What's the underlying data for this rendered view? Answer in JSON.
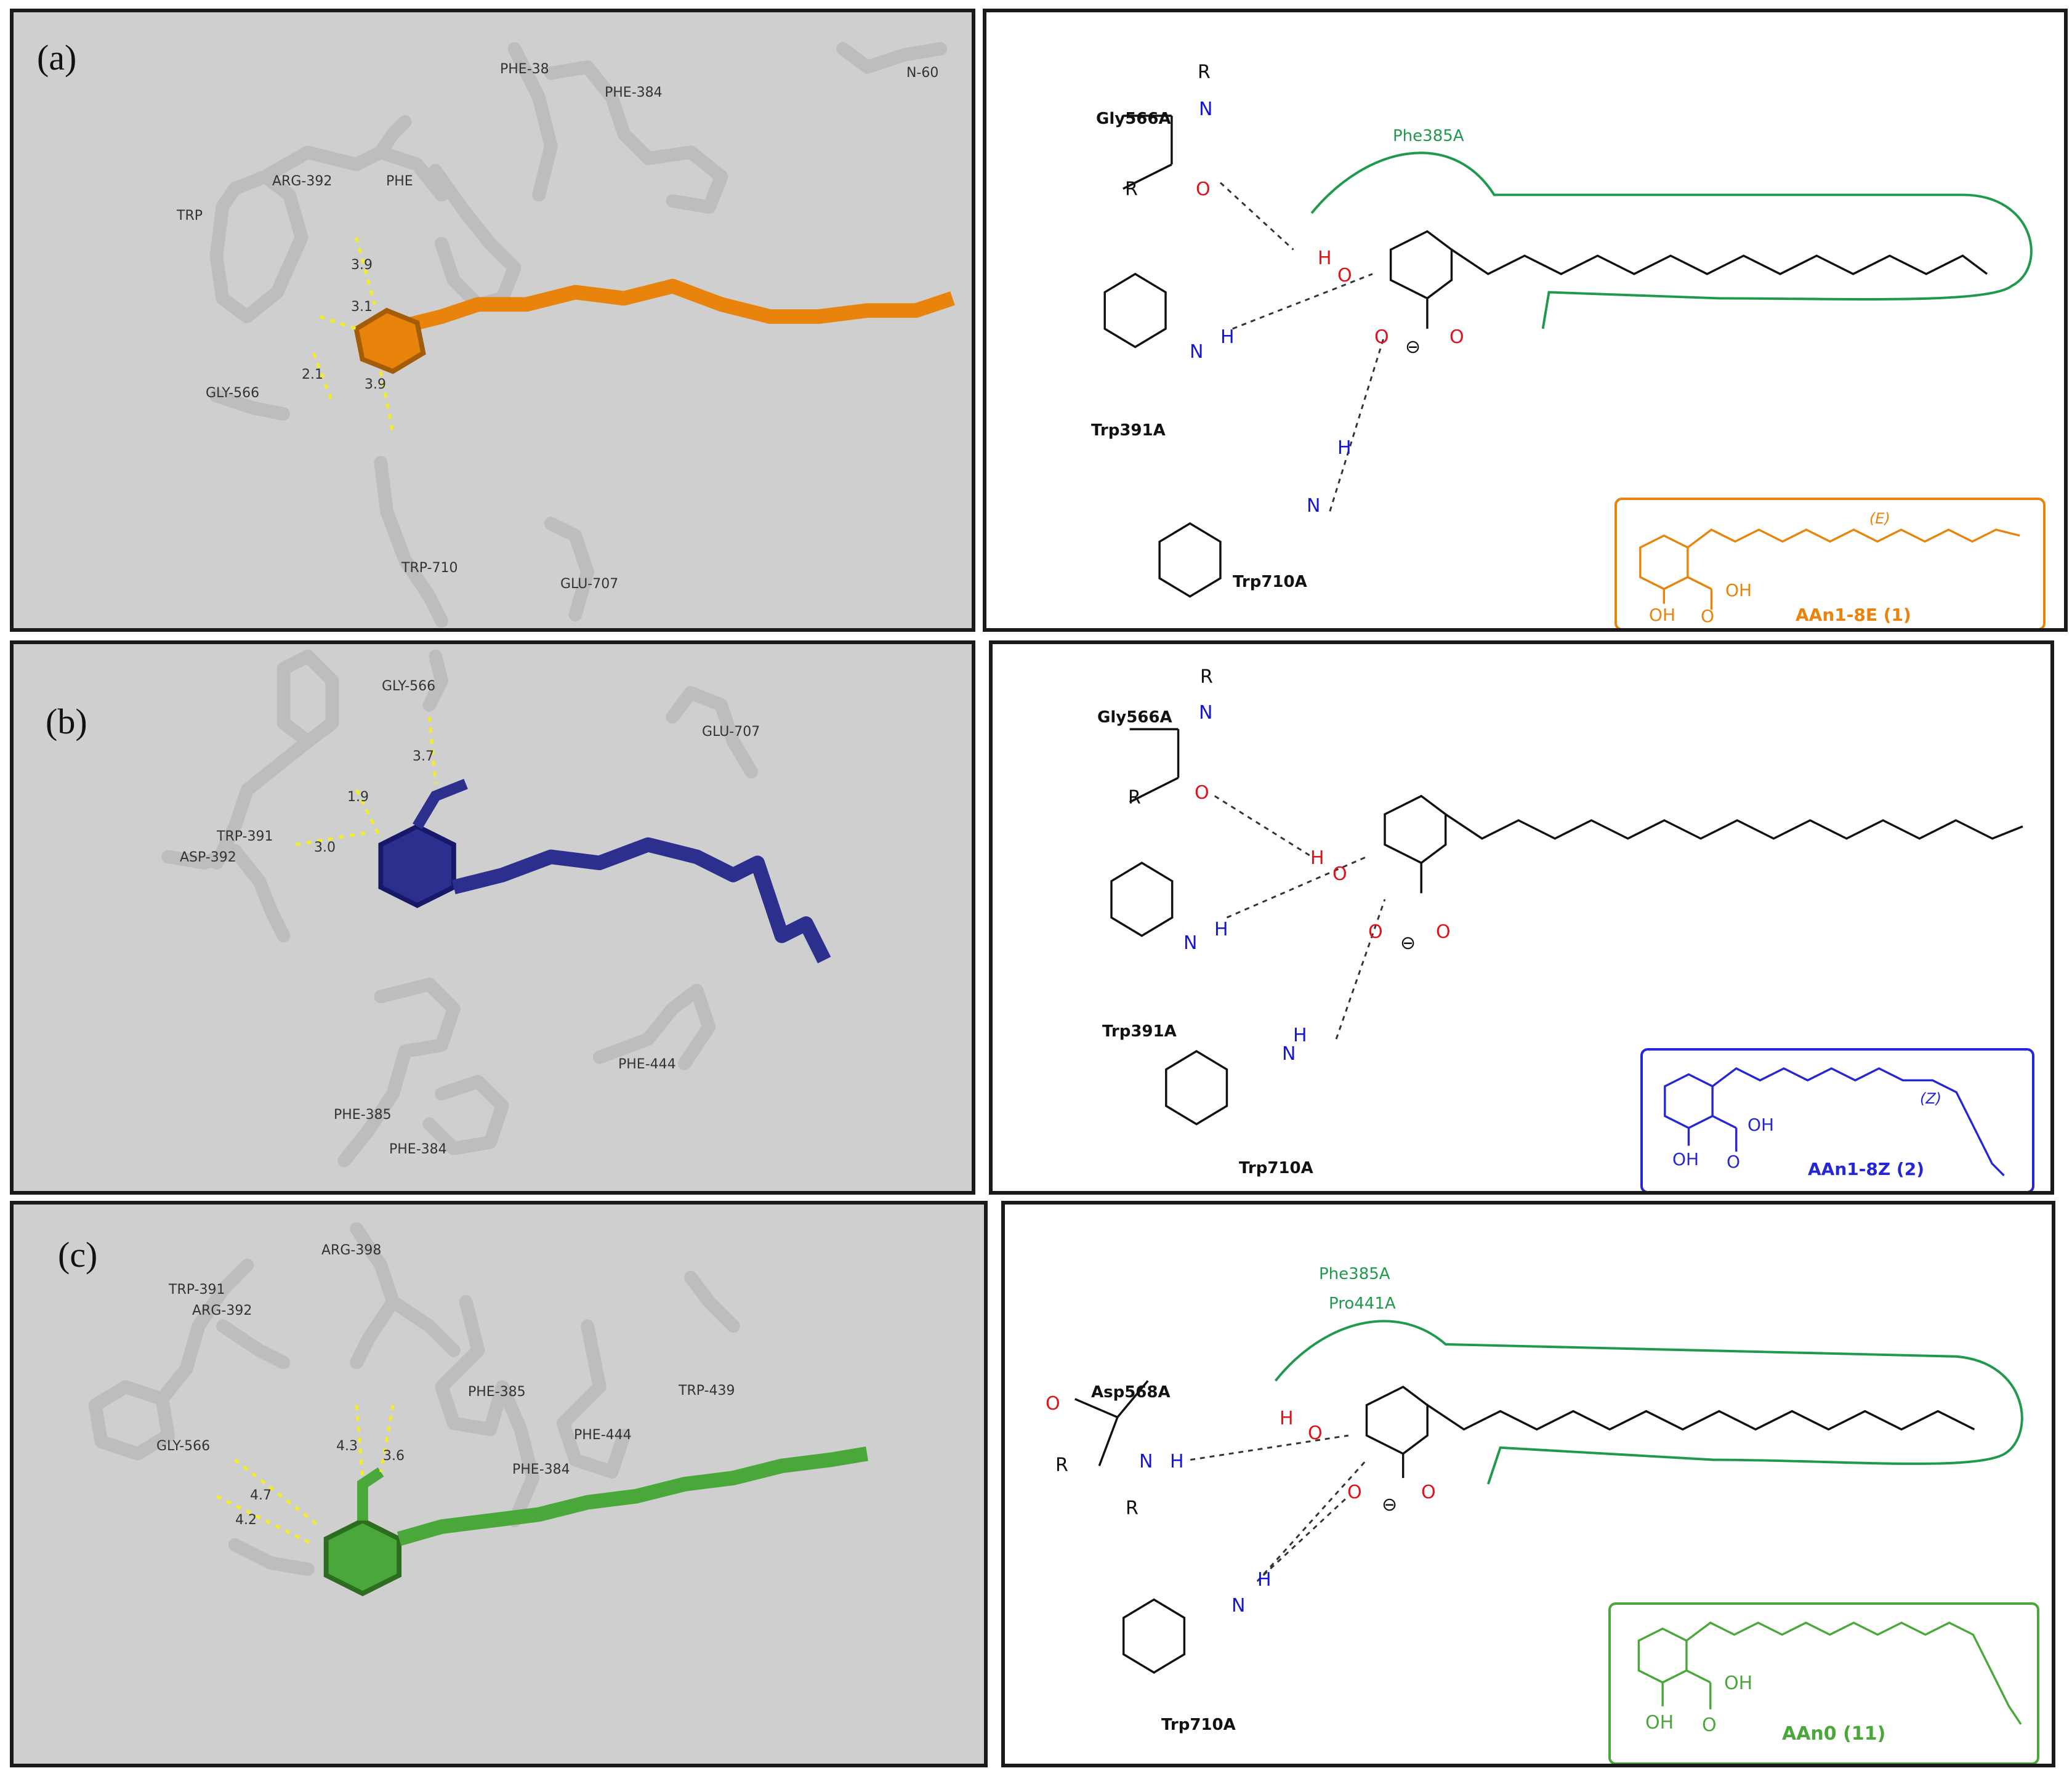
{
  "colors": {
    "orange": "#e8830c",
    "blue": "#2d2f8f",
    "green": "#4aa83a",
    "hbond_red": "#e0121a",
    "hbond_blue": "#1515d8",
    "pocket_green": "#1f9a4c",
    "gray_bg": "#cfcfcf"
  },
  "panel_a": {
    "label": "(a)",
    "residues": [
      "PHE-38",
      "PHE-384",
      "N-60",
      "ARG-392",
      "TRP",
      "PHE",
      "GLY-566",
      "TRP-710",
      "GLU-707"
    ],
    "distances": [
      "3.9",
      "3.1",
      "2.1",
      "3.9"
    ],
    "scheme": {
      "gly": "Gly566A",
      "trp1": "Trp391A",
      "trp2": "Trp710A",
      "pocket": "Phe385A",
      "R": "R",
      "N": "N",
      "H": "H",
      "O": "O",
      "minus": "⊖"
    },
    "compound": {
      "name": "AAn1-8E (1)",
      "stereo": "(E)",
      "OH": "OH",
      "COOH_O": "O",
      "COOH_H": "OH"
    }
  },
  "panel_b": {
    "label": "(b)",
    "residues": [
      "GLY-566",
      "GLU-707",
      "TRP-391",
      "ASP-392",
      "PHE-444",
      "PHE-385",
      "PHE-384"
    ],
    "distances": [
      "3.7",
      "1.9",
      "3.0"
    ],
    "scheme": {
      "gly": "Gly566A",
      "trp1": "Trp391A",
      "trp2": "Trp710A",
      "R": "R",
      "N": "N",
      "H": "H",
      "O": "O",
      "minus": "⊖"
    },
    "compound": {
      "name": "AAn1-8Z (2)",
      "stereo": "(Z)",
      "OH": "OH",
      "COOH_O": "O",
      "COOH_H": "OH"
    }
  },
  "panel_c": {
    "label": "(c)",
    "residues": [
      "TRP-391",
      "ARG-392",
      "ARG-398",
      "GLY-566",
      "PHE-385",
      "PHE-444",
      "PHE-384",
      "TRP-439"
    ],
    "distances": [
      "4.3",
      "3.6",
      "4.7",
      "4.2"
    ],
    "scheme": {
      "asp": "Asp568A",
      "trp2": "Trp710A",
      "pocket1": "Phe385A",
      "pocket2": "Pro441A",
      "R": "R",
      "N": "N",
      "H": "H",
      "O": "O",
      "minus": "⊖"
    },
    "compound": {
      "name": "AAn0 (11)",
      "OH": "OH",
      "COOH_O": "O",
      "COOH_H": "OH"
    }
  }
}
